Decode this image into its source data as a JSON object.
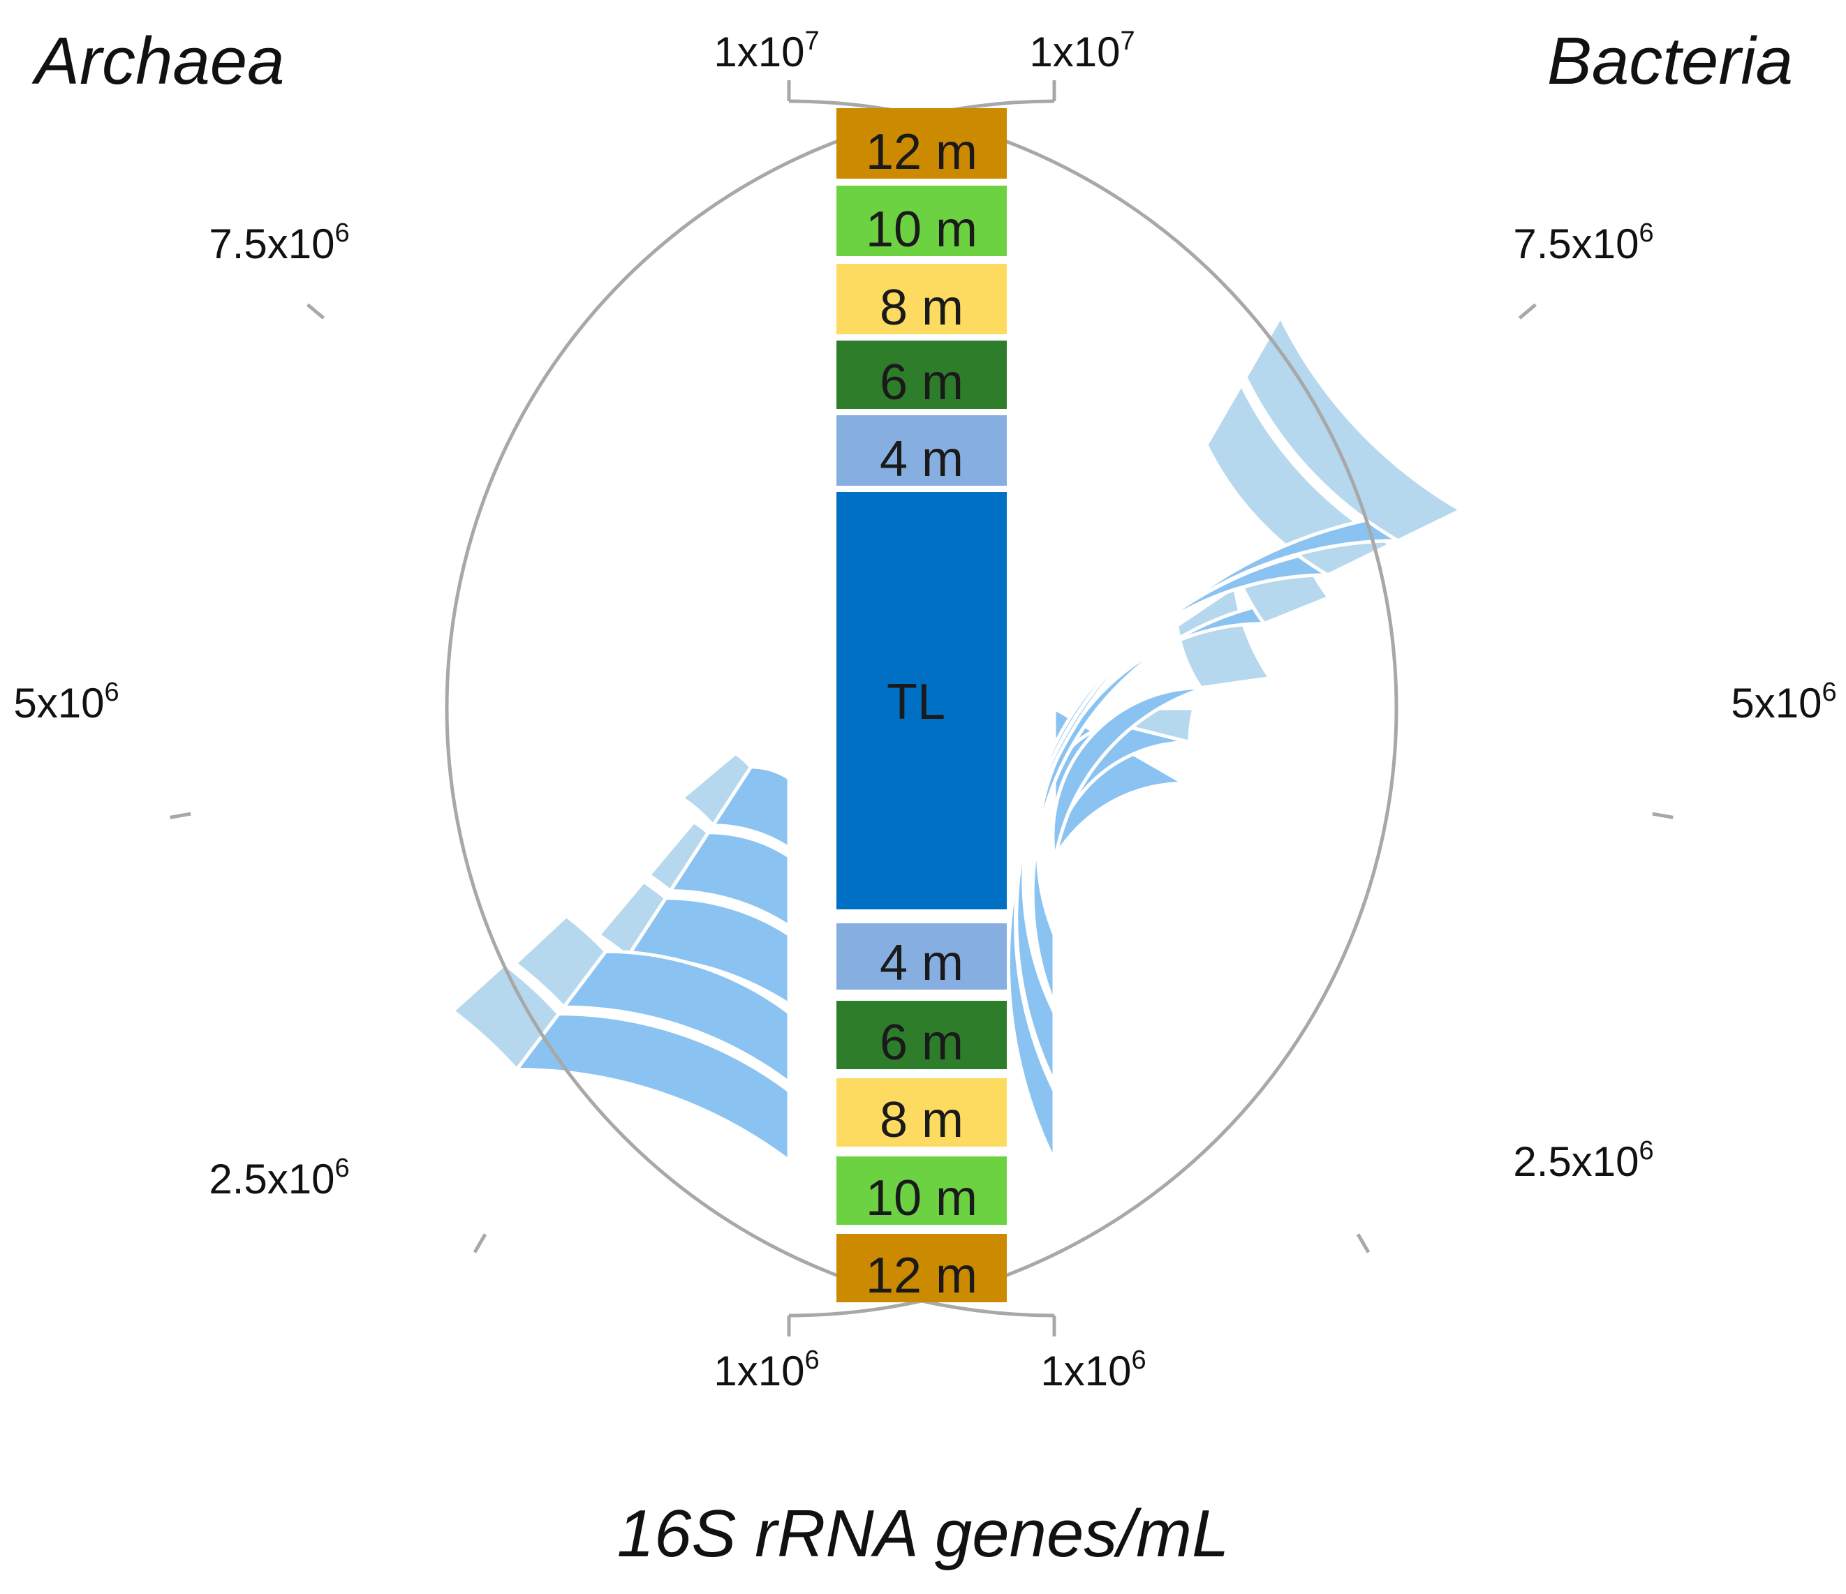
{
  "chart_data": {
    "type": "radial-bar",
    "title": "",
    "axis_title": "16S rRNA genes/mL",
    "panels": [
      {
        "side": "left",
        "name": "Archaea"
      },
      {
        "side": "right",
        "name": "Bacteria"
      }
    ],
    "axis_ticks": [
      {
        "value": 1000000,
        "label": "1x10",
        "exp": "6"
      },
      {
        "value": 2500000,
        "label": "2.5x10",
        "exp": "6"
      },
      {
        "value": 5000000,
        "label": "5x10",
        "exp": "6"
      },
      {
        "value": 7500000,
        "label": "7.5x10",
        "exp": "6"
      },
      {
        "value": 10000000,
        "label": "1x10",
        "exp": "7"
      }
    ],
    "axis_range": [
      1000000,
      10000000
    ],
    "depth_bands": [
      {
        "label": "12 m",
        "color": "#cc8a00"
      },
      {
        "label": "10 m",
        "color": "#6cd242"
      },
      {
        "label": "8 m",
        "color": "#fdda60"
      },
      {
        "label": "6 m",
        "color": "#2e7d2a"
      },
      {
        "label": "4 m",
        "color": "#86aee0"
      },
      {
        "label": "TL",
        "color": "#0070c4"
      },
      {
        "label": "4 m",
        "color": "#86aee0"
      },
      {
        "label": "6 m",
        "color": "#2e7d2a"
      },
      {
        "label": "8 m",
        "color": "#fdda60"
      },
      {
        "label": "10 m",
        "color": "#6cd242"
      },
      {
        "label": "12 m",
        "color": "#cc8a00"
      }
    ],
    "rings": [
      {
        "depth": "TL",
        "archaea_value": 1000000,
        "archaea_upper": 1050000,
        "bacteria_value": 4000000,
        "bacteria_upper": 4000000
      },
      {
        "depth": "4 m",
        "archaea_value": 2650000,
        "archaea_upper": 3500000,
        "bacteria_value": 4800000,
        "bacteria_upper": 5500000
      },
      {
        "depth": "6 m",
        "archaea_value": 2650000,
        "archaea_upper": 3000000,
        "bacteria_value": 5900000,
        "bacteria_upper": 7200000
      },
      {
        "depth": "8 m",
        "archaea_value": 2650000,
        "archaea_upper": 3000000,
        "bacteria_value": 6600000,
        "bacteria_upper": 7300000
      },
      {
        "depth": "10 m",
        "archaea_value": 2850000,
        "archaea_upper": 3350000,
        "bacteria_value": 6800000,
        "bacteria_upper": 8500000
      },
      {
        "depth": "12 m",
        "archaea_value": 2850000,
        "archaea_upper": 3400000,
        "bacteria_value": 6800000,
        "bacteria_upper": 8500000
      }
    ],
    "colors": {
      "value": "#8ac2f1",
      "upper": "#b6d8ef",
      "axis": "#a8a8a8",
      "separator": "#ffffff"
    }
  }
}
